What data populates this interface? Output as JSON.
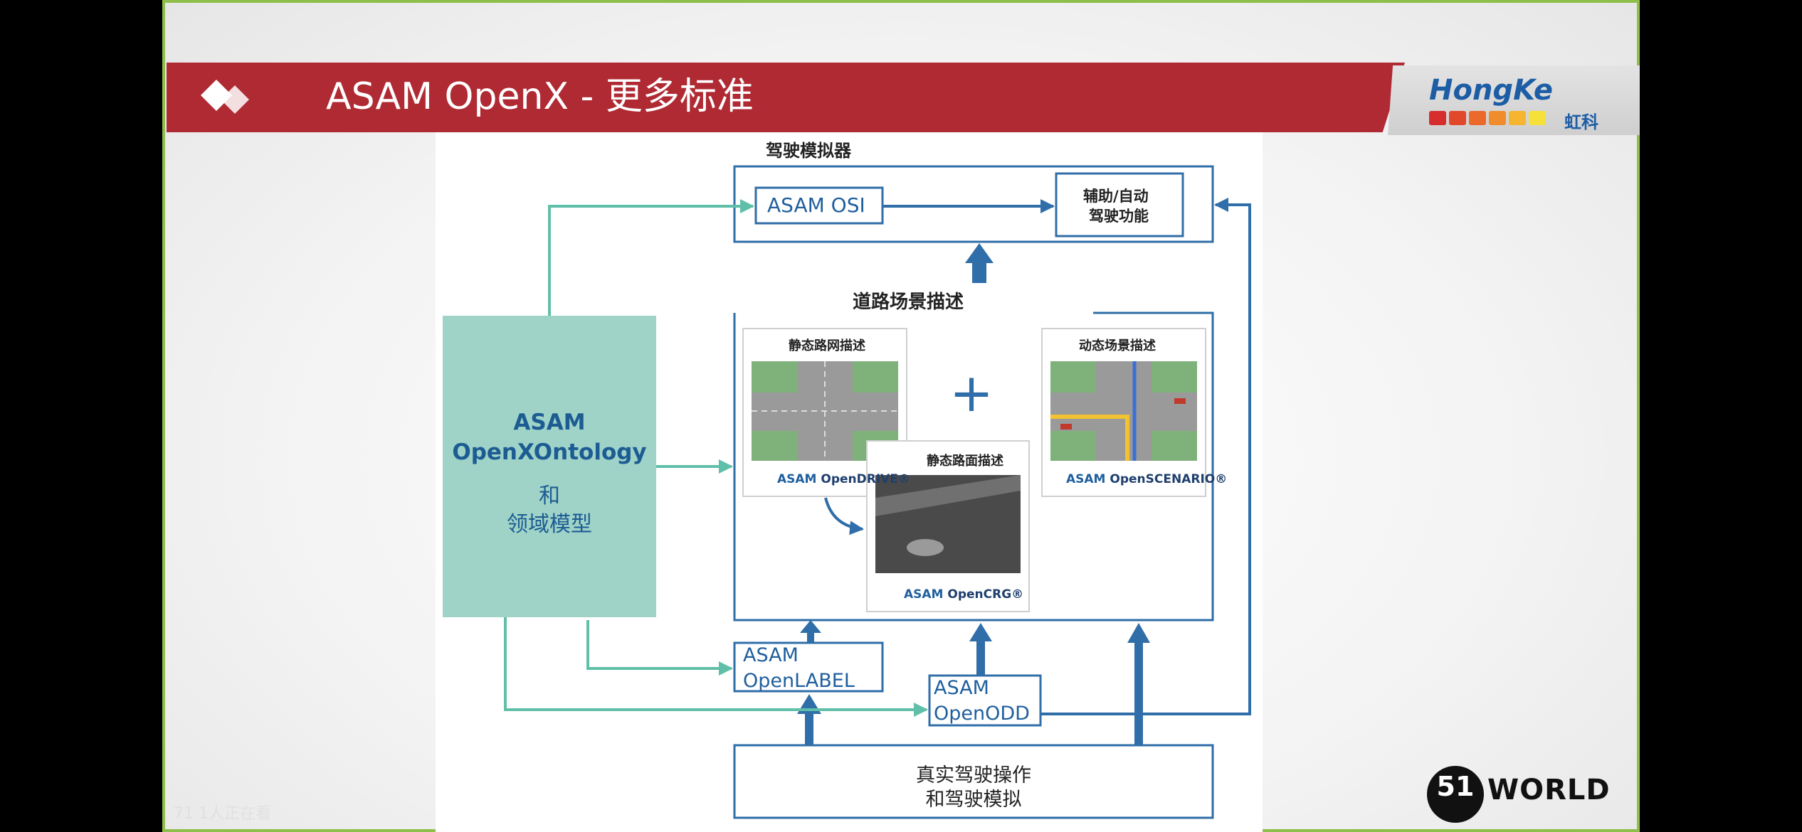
{
  "slide": {
    "title": "ASAM OpenX -  更多标准",
    "brand": {
      "name": "HongKe",
      "sub": "虹科"
    },
    "footer_logo": {
      "mark": "51",
      "word": "WORLD"
    },
    "viewer_note": "71 1人正在看"
  },
  "diagram": {
    "simulator_title": "驾驶模拟器",
    "osi_label": "ASAM OSI",
    "adas_line1": "辅助/自动",
    "adas_line2": "驾驶功能",
    "road_title": "道路场景描述",
    "ontology_line1": "ASAM",
    "ontology_line2": "OpenXOntology",
    "ontology_line3": "和",
    "ontology_line4": "领域模型",
    "static_network_title": "静态路网描述",
    "opendrive_asam": "ASAM",
    "opendrive_name": "OpenDRIVE®",
    "plus_sign": "+",
    "dynamic_title": "动态场景描述",
    "openscenario_asam": "ASAM",
    "openscenario_name": "OpenSCENARIO®",
    "static_surface_title": "静态路面描述",
    "opencrg_asam": "ASAM",
    "opencrg_name": "OpenCRG®",
    "openlabel_line1": "ASAM",
    "openlabel_line2": "OpenLABEL",
    "openodd_line1": "ASAM",
    "openodd_line2": "OpenODD",
    "real_driving_line1": "真实驾驶操作",
    "real_driving_line2": "和驾驶模拟"
  },
  "colors": {
    "banner_red": "#b02a33",
    "arrow_blue": "#2f6ea8",
    "arrow_teal": "#5fbfa8",
    "ontology_fill": "#9fd3c8"
  }
}
